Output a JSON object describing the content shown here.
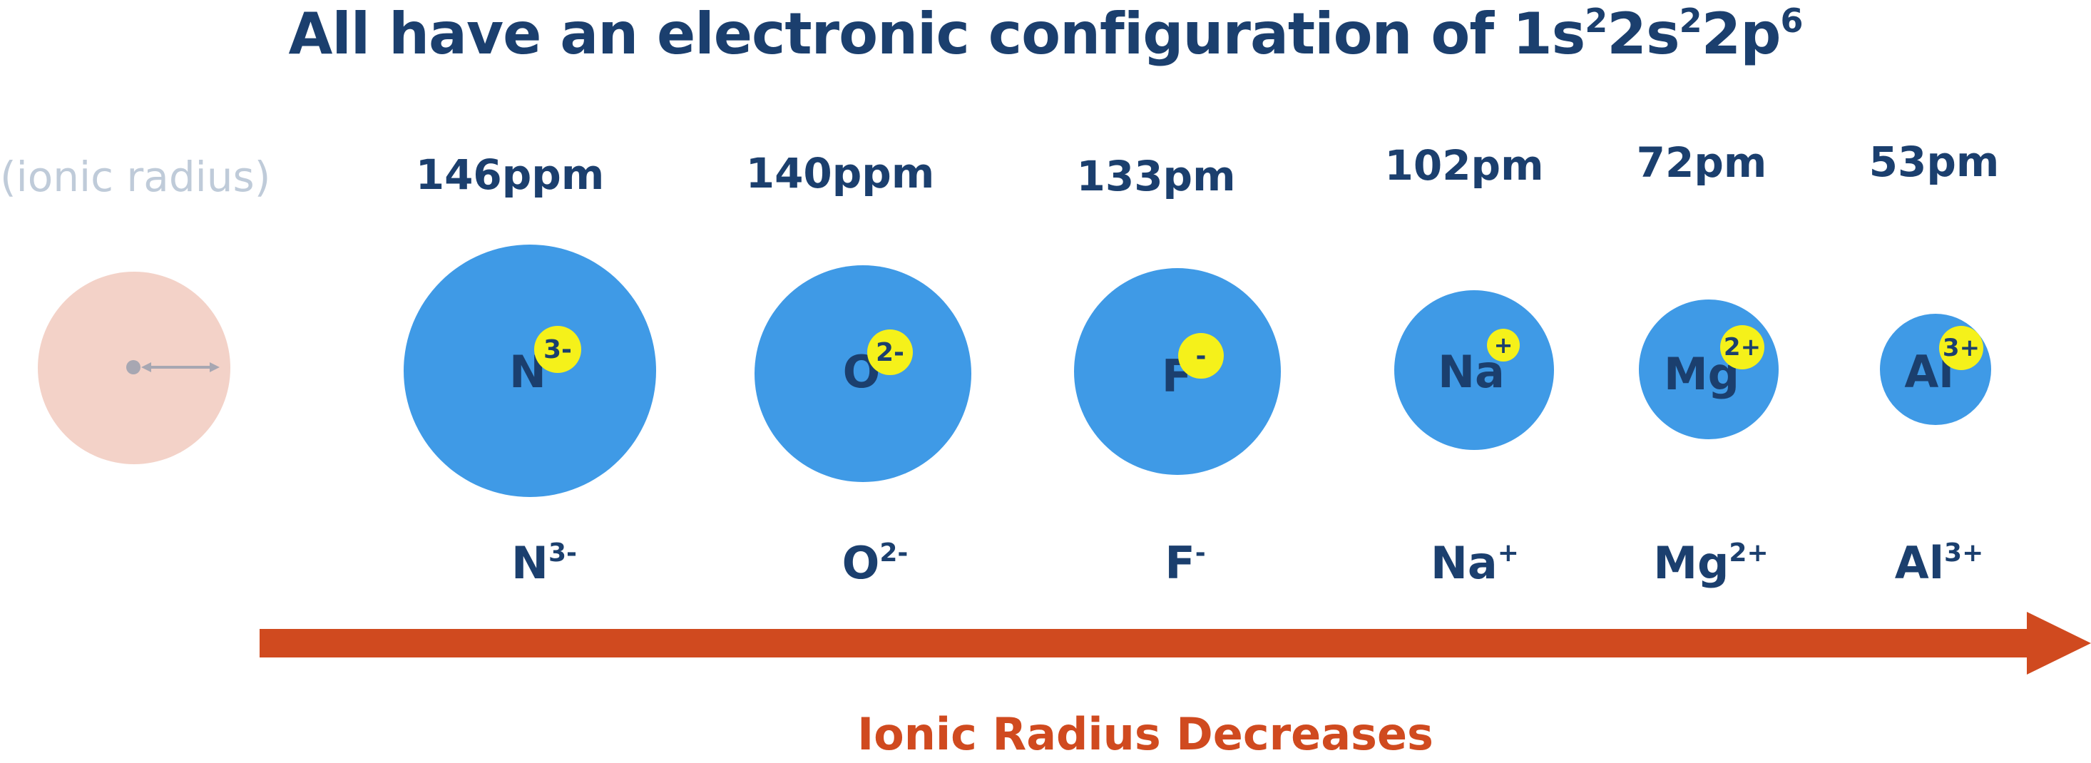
{
  "title": {
    "prefix": "All have an electronic configuration of 1s",
    "s1_exp": "2",
    "mid1": "2s",
    "s2_exp": "2",
    "mid2": "2p",
    "p_exp": "6"
  },
  "legend": {
    "label": "(ionic radius)"
  },
  "ions": [
    {
      "radius_label": "146ppm",
      "symbol": "N",
      "charge": "3-",
      "relative_size": 146
    },
    {
      "radius_label": "140ppm",
      "symbol": "O",
      "charge": "2-",
      "relative_size": 140
    },
    {
      "radius_label": "133pm",
      "symbol": "F",
      "charge": "-",
      "relative_size": 133
    },
    {
      "radius_label": "102pm",
      "symbol": "Na",
      "charge": "+",
      "relative_size": 102
    },
    {
      "radius_label": "72pm",
      "symbol": "Mg",
      "charge": "2+",
      "relative_size": 72
    },
    {
      "radius_label": "53pm",
      "symbol": "Al",
      "charge": "3+",
      "relative_size": 53
    }
  ],
  "footer": {
    "label": "Ionic Radius Decreases"
  },
  "colors": {
    "ion_circle": "#3f9ae6",
    "charge_badge": "#f5f11a",
    "legend_circle": "#f3d2c8",
    "arrow": "#d04a1f",
    "text": "#1b3f6e",
    "legend_text": "#bfcbd9"
  }
}
